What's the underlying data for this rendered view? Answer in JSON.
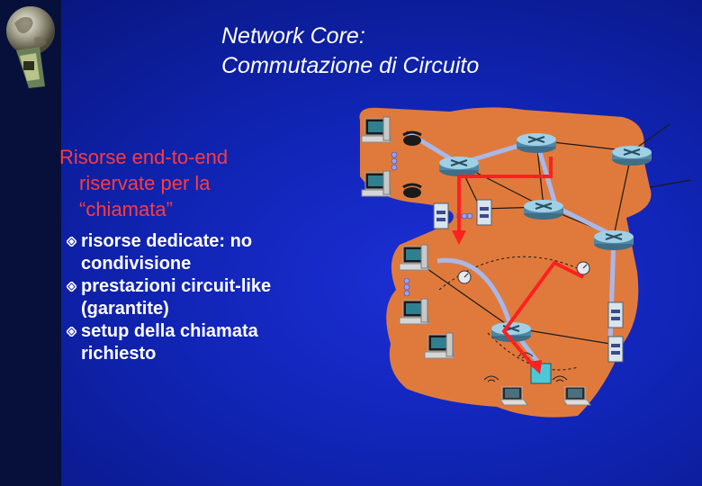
{
  "slide": {
    "title_line1": "Network Core:",
    "title_line2": "Commutazione di Circuito",
    "main_point_line1": "Risorse end-to-end",
    "main_point_line2": "riservate per la",
    "main_point_line3": "“chiamata”",
    "bullets": [
      {
        "line1": "risorse dedicate: no",
        "line2": "condivisione"
      },
      {
        "line1": "prestazioni circuit-like",
        "line2": "(garantite)"
      },
      {
        "line1": "setup della chiamata",
        "line2": "richiesto"
      }
    ]
  },
  "colors": {
    "background": "#1024b4",
    "left_bar": "#07103a",
    "title": "#ffffff",
    "main_point": "#ff3b3b",
    "network_cloud": "#e07a3c",
    "circuit_path": "#ff2020",
    "link_highlight": "#a8b8e8"
  },
  "icons": [
    "globe-logo-icon",
    "bullet-diamond-icon",
    "router-icon",
    "server-icon",
    "workstation-icon",
    "telephone-icon",
    "laptop-icon",
    "wireless-icon"
  ]
}
